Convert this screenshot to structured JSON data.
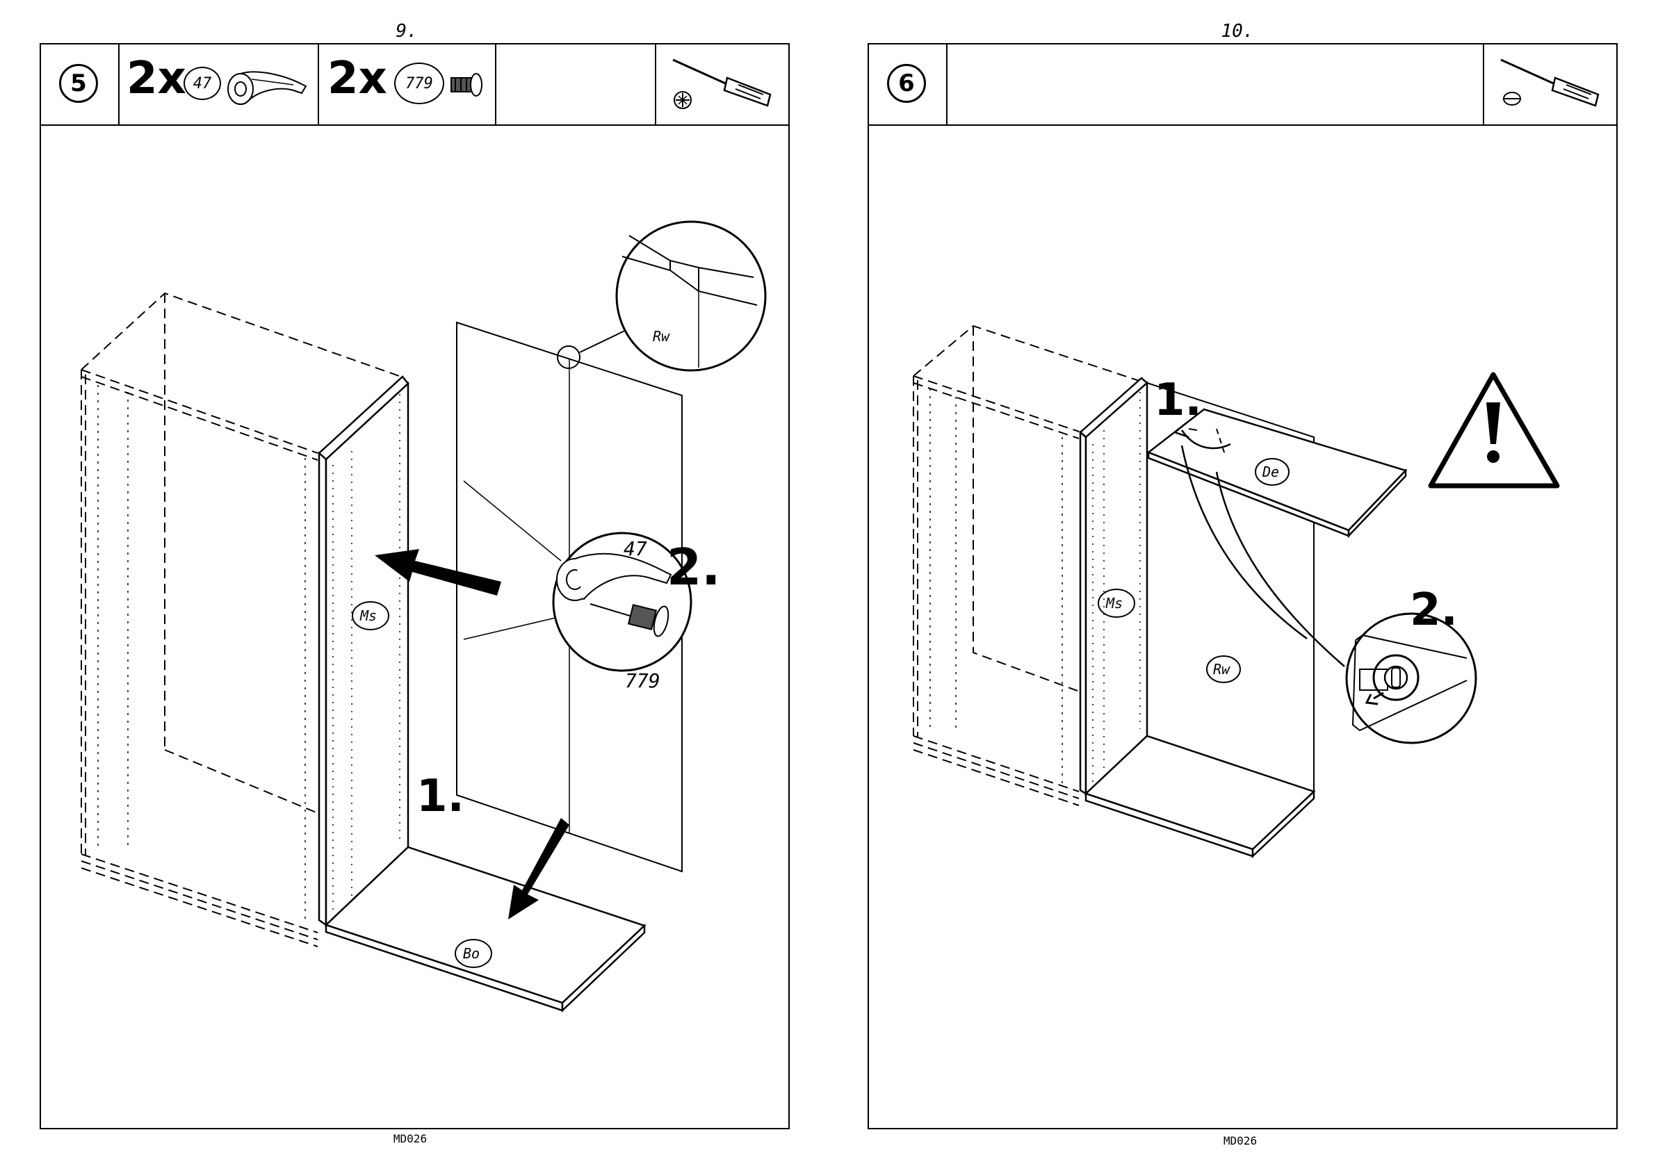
{
  "page_left": {
    "page_number": "9.",
    "step_number": "5",
    "parts": [
      {
        "quantity": "2x",
        "part_number": "47"
      },
      {
        "quantity": "2x",
        "part_number": "779"
      }
    ],
    "tool_icon": "phillips-screwdriver-icon",
    "labels": {
      "panel_ms": "Ms",
      "panel_bo": "Bo",
      "panel_rw": "Rw",
      "callout_part_a": "47",
      "callout_part_b": "779",
      "action_1": "1.",
      "action_2": "2."
    },
    "footer_code": "MD026"
  },
  "page_right": {
    "page_number": "10.",
    "step_number": "6",
    "tool_icon": "flathead-screwdriver-icon",
    "labels": {
      "panel_ms": "Ms",
      "panel_rw": "Rw",
      "panel_de": "De",
      "action_1": "1.",
      "action_2": "2."
    },
    "warning_icon": "warning-triangle-icon",
    "footer_code": "MD026"
  }
}
